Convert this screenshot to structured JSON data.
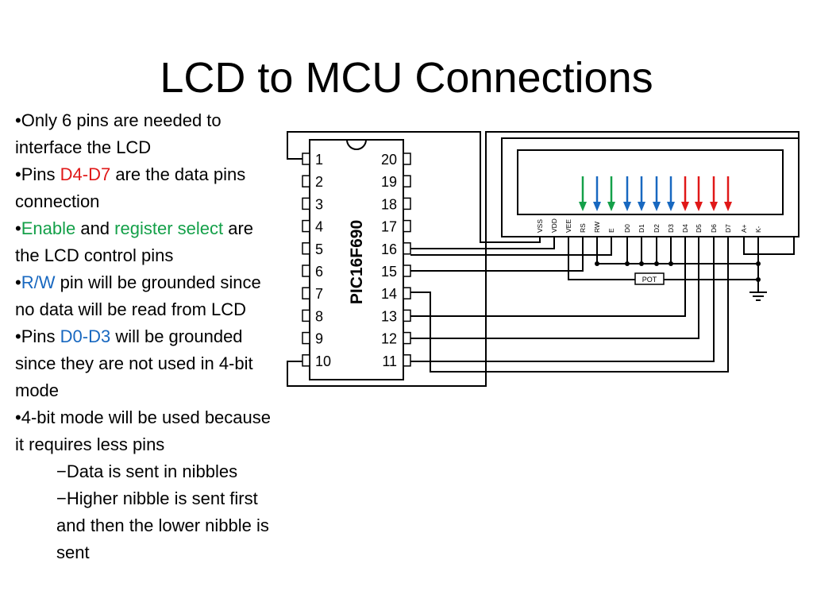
{
  "title": "LCD to MCU Connections",
  "bullets": [
    {
      "type": "bullet",
      "parts": [
        {
          "text": "•Only 6 pins are needed to interface the LCD"
        }
      ]
    },
    {
      "type": "bullet",
      "parts": [
        {
          "text": "•Pins "
        },
        {
          "text": "D4-D7",
          "color": "red"
        },
        {
          "text": " are the data pins connection"
        }
      ]
    },
    {
      "type": "bullet",
      "parts": [
        {
          "text": "•"
        },
        {
          "text": "Enable",
          "color": "green"
        },
        {
          "text": " and "
        },
        {
          "text": "register select",
          "color": "green"
        },
        {
          "text": " are the LCD control pins"
        }
      ]
    },
    {
      "type": "bullet",
      "parts": [
        {
          "text": "•"
        },
        {
          "text": "R/W",
          "color": "blue"
        },
        {
          "text": " pin will be grounded since no data will be read from LCD"
        }
      ]
    },
    {
      "type": "bullet",
      "parts": [
        {
          "text": "•Pins "
        },
        {
          "text": "D0-D3",
          "color": "blue"
        },
        {
          "text": " will be grounded since they are not used in 4-bit mode"
        }
      ]
    },
    {
      "type": "bullet",
      "parts": [
        {
          "text": "•4-bit mode will be used because it requires less pins"
        }
      ]
    },
    {
      "type": "sub",
      "parts": [
        {
          "text": "−Data is sent in nibbles"
        }
      ]
    },
    {
      "type": "sub",
      "parts": [
        {
          "text": "−Higher nibble is sent first and then the lower nibble is sent"
        }
      ]
    }
  ],
  "colors": {
    "red": "#e01818",
    "green": "#14a049",
    "blue": "#1868c0"
  },
  "mcu": {
    "part_name": "PIC16F690",
    "left_pins": [
      "1",
      "2",
      "3",
      "4",
      "5",
      "6",
      "7",
      "8",
      "9",
      "10"
    ],
    "right_pins": [
      "20",
      "19",
      "18",
      "17",
      "16",
      "15",
      "14",
      "13",
      "12",
      "11"
    ]
  },
  "lcd": {
    "pins": [
      "VSS",
      "VDD",
      "VEE",
      "RS",
      "RW",
      "E",
      "D0",
      "D1",
      "D2",
      "D3",
      "D4",
      "D5",
      "D6",
      "D7",
      "A+",
      "K-"
    ],
    "arrow_colors": [
      "",
      "",
      "",
      "green",
      "blue",
      "green",
      "blue",
      "blue",
      "blue",
      "blue",
      "red",
      "red",
      "red",
      "red",
      "",
      ""
    ]
  },
  "pot_label": "POT"
}
